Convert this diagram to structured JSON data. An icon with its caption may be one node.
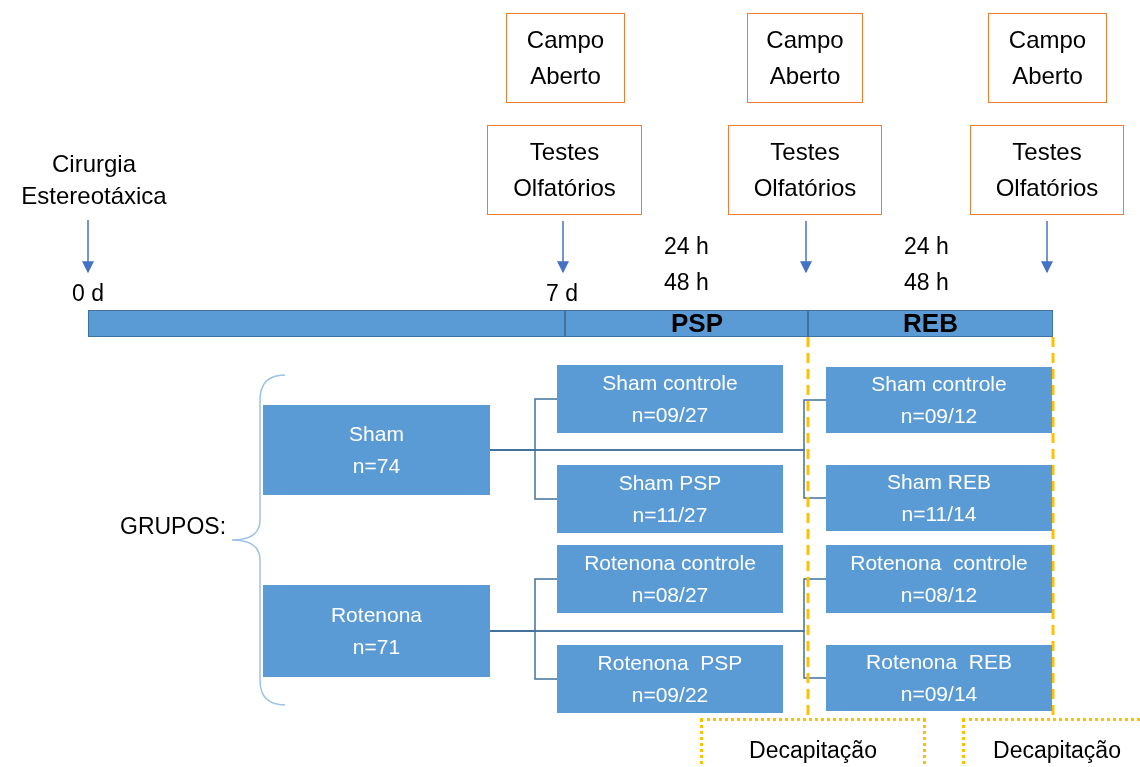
{
  "diagram": {
    "nodes": [
      {
        "text": [
          "Campo Aberto"
        ]
      },
      {
        "text": [
          "Campo Aberto"
        ]
      },
      {
        "text": [
          "Campo Aberto"
        ]
      },
      {
        "text": [
          "Testes Olfatórios"
        ]
      },
      {
        "text": [
          "Testes Olfatórios"
        ]
      },
      {
        "text": [
          "Testes Olfatórios"
        ]
      },
      {
        "text": [
          "Cirurgia Estereotáxica"
        ]
      },
      {
        "text": [],
        "shape": "bar"
      },
      {
        "text": [
          "PSP"
        ]
      },
      {
        "text": [
          "REB"
        ]
      },
      {
        "text": [
          "Sham",
          "n=74"
        ]
      },
      {
        "text": [
          "Rotenona",
          "n=71"
        ]
      },
      {
        "text": [
          "Sham controle",
          "n=09/27"
        ]
      },
      {
        "text": [
          "Sham PSP",
          "n=11/27"
        ]
      },
      {
        "text": [
          "Rotenona controle",
          "n=08/27"
        ]
      },
      {
        "text": [
          "Rotenona  PSP",
          "n=09/22"
        ]
      },
      {
        "text": [
          "Sham controle",
          "n=09/12"
        ]
      },
      {
        "text": [
          "Sham REB",
          "n=11/14"
        ]
      },
      {
        "text": [
          "Rotenona  controle",
          "n=08/12"
        ]
      },
      {
        "text": [
          "Rotenona  REB",
          "n=09/14"
        ]
      },
      {
        "text": [
          "Decapitação"
        ]
      },
      {
        "text": [
          "Decapitação"
        ]
      },
      {
        "text": [
          "0 d"
        ]
      },
      {
        "text": [
          "7 d"
        ]
      }
    ],
    "edges": [
      {
        "from": 6,
        "to": 22,
        "arrow": "to"
      },
      {
        "from": 3,
        "to": 23,
        "arrow": "to"
      },
      {
        "from": 4,
        "to": null,
        "arrow": "to"
      },
      {
        "from": 5,
        "to": null,
        "arrow": "to"
      },
      {
        "from": 10,
        "to": 12,
        "arrow": "none"
      },
      {
        "from": 10,
        "to": 13,
        "arrow": "none"
      },
      {
        "from": 10,
        "to": 16,
        "arrow": "none"
      },
      {
        "from": 10,
        "to": 17,
        "arrow": "none"
      },
      {
        "from": 11,
        "to": 14,
        "arrow": "none"
      },
      {
        "from": 11,
        "to": 15,
        "arrow": "none"
      },
      {
        "from": 11,
        "to": 18,
        "arrow": "none"
      },
      {
        "from": 11,
        "to": 19,
        "arrow": "none"
      },
      {
        "from": 8,
        "to": 20,
        "arrow": "none",
        "style": "dashed",
        "color": "#ffc000"
      },
      {
        "from": 9,
        "to": 21,
        "arrow": "none",
        "style": "dashed",
        "color": "#ffc000"
      }
    ],
    "labels": [
      "24 h",
      "48 h",
      "24 h",
      "48 h",
      "GRUPOS:"
    ]
  }
}
